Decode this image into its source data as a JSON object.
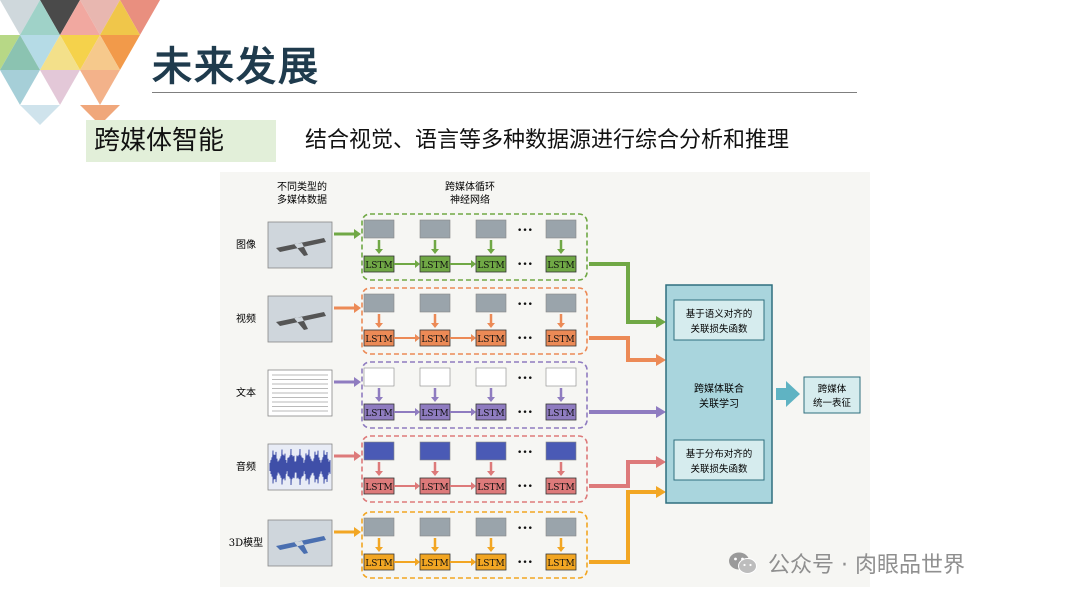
{
  "slide": {
    "title": "未来发展",
    "tag": "跨媒体智能",
    "description": "结合视觉、语言等多种数据源进行综合分析和推理"
  },
  "diagram": {
    "header_left": [
      "不同类型的",
      "多媒体数据"
    ],
    "header_mid": [
      "跨媒体循环",
      "神经网络"
    ],
    "rows": [
      {
        "label": "图像",
        "color": "#70a845",
        "lstm": [
          "LSTM",
          "LSTM",
          "LSTM",
          "LSTM"
        ]
      },
      {
        "label": "视频",
        "color": "#ec8a56",
        "lstm": [
          "LSTM",
          "LSTM",
          "LSTM",
          "LSTM"
        ]
      },
      {
        "label": "文本",
        "color": "#8f7cc0",
        "lstm": [
          "LSTM",
          "LSTM",
          "LSTM",
          "LSTM"
        ]
      },
      {
        "label": "音频",
        "color": "#dd7a7a",
        "lstm": [
          "LSTM",
          "LSTM",
          "LSTM",
          "LSTM"
        ]
      },
      {
        "label": "3D模型",
        "color": "#f2a623",
        "lstm": [
          "LSTM",
          "LSTM",
          "LSTM",
          "LSTM"
        ]
      }
    ],
    "ellipsis": "•••",
    "center_box": {
      "top": [
        "基于语义对齐的",
        "关联损失函数"
      ],
      "middle": [
        "跨媒体联合",
        "关联学习"
      ],
      "bottom": [
        "基于分布对齐的",
        "关联损失函数"
      ]
    },
    "output_box": [
      "跨媒体",
      "统一表征"
    ],
    "colors": {
      "panel": "#a9d5dd",
      "panel_border": "#2f6f7e",
      "output": "#d6ecee",
      "arrow_out": "#5fb3c3"
    }
  },
  "watermark": {
    "text": "公众号 · 肉眼品世界"
  }
}
